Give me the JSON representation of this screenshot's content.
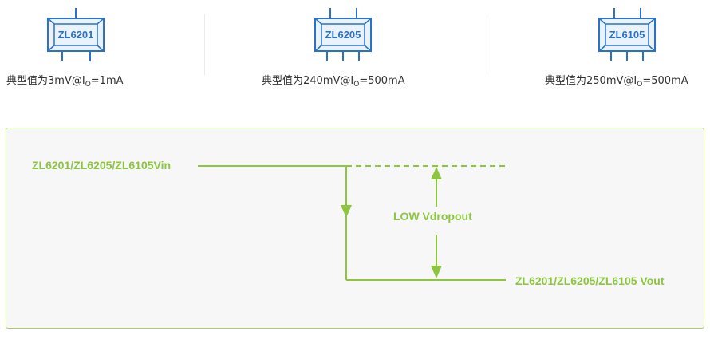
{
  "chips": [
    {
      "name": "ZL6201",
      "spec": {
        "prefix": "典型值为",
        "value": "3mV",
        "at": "@I",
        "sub": "O",
        "cond": "=1mA"
      }
    },
    {
      "name": "ZL6205",
      "spec": {
        "prefix": "典型值为",
        "value": "240mV",
        "at": "@I",
        "sub": "O",
        "cond": "=500mA"
      }
    },
    {
      "name": "ZL6105",
      "spec": {
        "prefix": "典型值为",
        "value": "250mV",
        "at": "@I",
        "sub": "O",
        "cond": "=500mA"
      }
    }
  ],
  "diagram": {
    "vin_label": "ZL6201/ZL6205/ZL6105Vin",
    "vout_label": "ZL6201/ZL6205/ZL6105 Vout",
    "dropout_label": "LOW Vdropout"
  },
  "colors": {
    "chip_blue": "#2a72c9",
    "chip_fill": "#eaf3fc",
    "line_green": "#8cc63f",
    "panel_border": "#a8cc6a",
    "panel_bg": "#f7f7f7"
  }
}
